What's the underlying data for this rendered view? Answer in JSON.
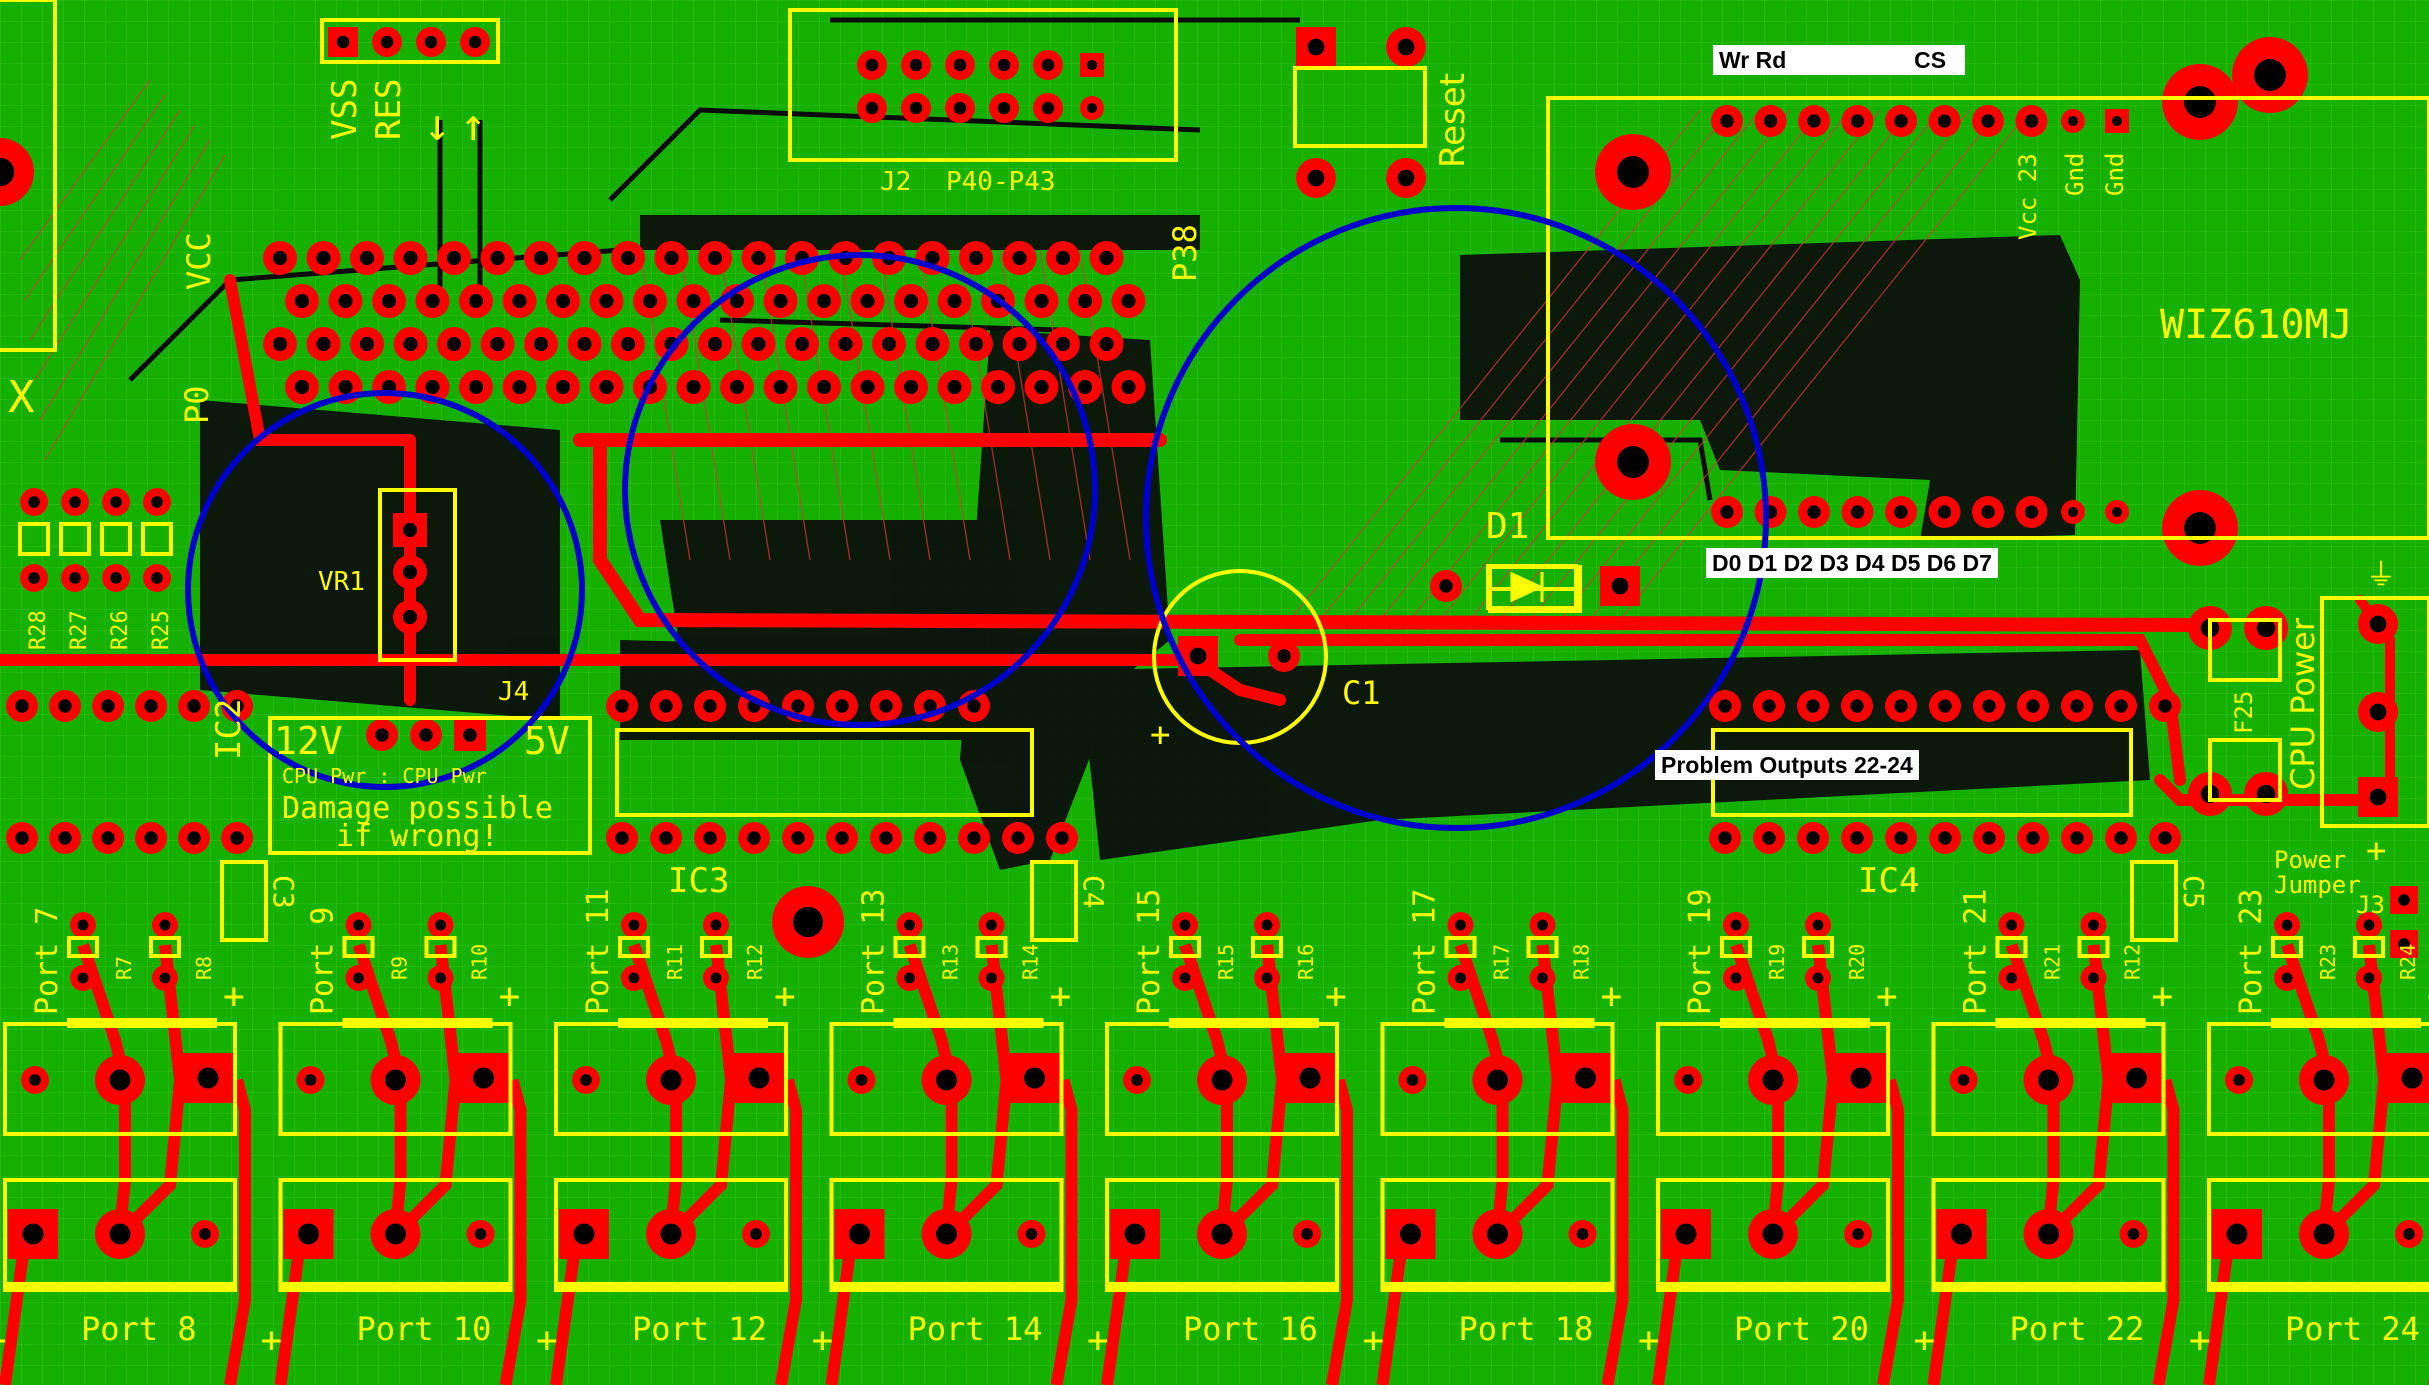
{
  "board": {
    "colors": {
      "copper": "#16b000",
      "trace": "#ff0000",
      "silkscreen": "#ffff00",
      "highlight": "#0000cc"
    },
    "module": "WIZ610MJ",
    "module_pins_top": "Wr Rd                    CS",
    "module_pins_bottom": "D0 D1 D2 D3 D4 D5 D6 D7",
    "problem_note": "Problem Outputs 22-24",
    "header_labels": [
      "VSS",
      "RES"
    ],
    "conn_j2": "J2",
    "conn_j2_desc": "P40-P43",
    "reset": "Reset",
    "p38": "P38",
    "p0": "P0",
    "vcc": "VCC",
    "vr1": "VR1",
    "j4": "J4",
    "v12": "12V",
    "v5": "5V",
    "cpu_pwr": "CPU Pwr : CPU Pwr",
    "warning1": "Damage possible",
    "warning2": "if wrong!",
    "d1": "D1",
    "c1": "C1",
    "c3": "C3",
    "c4": "C4",
    "c5": "C5",
    "ic2": "IC2",
    "ic3": "IC3",
    "ic4": "IC4",
    "f25": "F25",
    "cpu_power": "CPU Power",
    "power_jumper1": "Power",
    "power_jumper2": "Jumper",
    "j3": "J3",
    "vcc23": "Vcc 23",
    "gnd": "Gnd",
    "edge_x": "X",
    "resistors_left": [
      "R28",
      "R27",
      "R26",
      "R25"
    ],
    "ports_top": [
      "Port 7",
      "Port 9",
      "Port 11",
      "Port 13",
      "Port 15",
      "Port 17",
      "Port 19",
      "Port 21",
      "Port 23"
    ],
    "resistors_bottom": [
      [
        "R7",
        "R8"
      ],
      [
        "R9",
        "R10"
      ],
      [
        "R11",
        "R12"
      ],
      [
        "R13",
        "R14"
      ],
      [
        "R15",
        "R16"
      ],
      [
        "R17",
        "R18"
      ],
      [
        "R19",
        "R20"
      ],
      [
        "R21",
        "R12"
      ],
      [
        "R23",
        "R24"
      ]
    ],
    "ports_bottom": [
      "Port 8",
      "Port 10",
      "Port 12",
      "Port 14",
      "Port 16",
      "Port 18",
      "Port 20",
      "Port 22",
      "Port 24"
    ]
  }
}
